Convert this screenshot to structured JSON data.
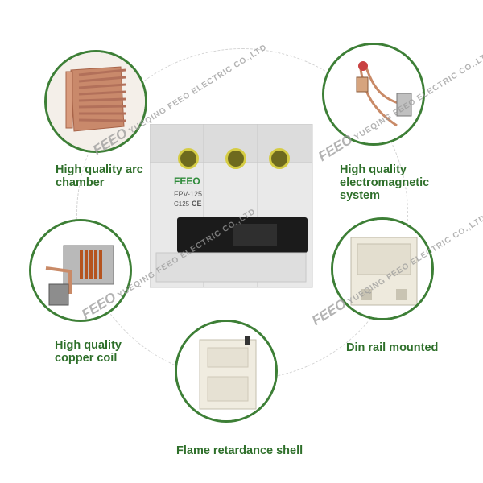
{
  "features": {
    "arc_chamber": "High quality arc\nchamber",
    "electromagnetic": "High quality\nelectromagnetic\nsystem",
    "copper_coil": "High quality\ncopper coil",
    "din_rail": "Din rail mounted",
    "flame_shell": "Flame retardance shell"
  },
  "watermark": {
    "logo": "FEEO",
    "company": "YUEQING FEEO ELECTRIC CO.,LTD"
  },
  "product": {
    "brand": "FEEO",
    "model": "FPV-125",
    "rating": "C125",
    "mark": "CE"
  },
  "colors": {
    "accent_green": "#3d7f36",
    "label_green": "#2e6f2a",
    "terminal_yellow": "#d5cc44"
  }
}
